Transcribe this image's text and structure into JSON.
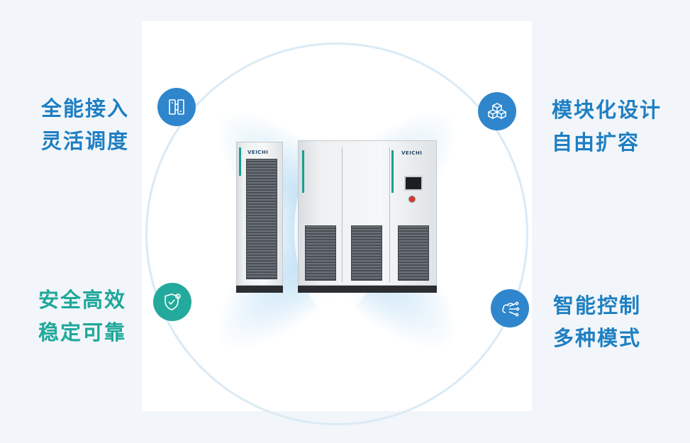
{
  "features": {
    "top_left": {
      "line1": "全能接入",
      "line2": "灵活调度",
      "icon": "switch-panel-icon",
      "color": "#1e7fc2"
    },
    "top_right": {
      "line1": "模块化设计",
      "line2": "自由扩容",
      "icon": "cubes-icon",
      "color": "#1e7fc2"
    },
    "bottom_left": {
      "line1": "安全高效",
      "line2": "稳定可靠",
      "icon": "shield-gear-icon",
      "color": "#1fa89a"
    },
    "bottom_right": {
      "line1": "智能控制",
      "line2": "多种模式",
      "icon": "cloud-network-icon",
      "color": "#1e7fc2"
    }
  },
  "product": {
    "brand_left": "VEICHI",
    "brand_right": "VEICHI"
  },
  "colors": {
    "blue": "#2f86cc",
    "teal": "#24aa9c",
    "background": "#f2f6fa"
  }
}
